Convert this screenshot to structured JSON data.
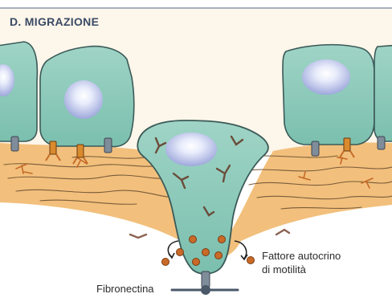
{
  "title": "D. MIGRAZIONE",
  "labels": {
    "factor_line1": "Fattore autocrino",
    "factor_line2": "di motilità",
    "fibronectin": "Fibronectina"
  },
  "colors": {
    "cell_fill": "#88c8b8",
    "cell_stroke": "#3b5a58",
    "nucleus": "#9ea8dc",
    "matrix": "#f2c07c",
    "matrix_fibers": "#7a5a3a",
    "receptor": "#d98a2c",
    "anchor": "#7f8c9a",
    "factor_dot": "#c96a28",
    "background_top": "#fdf6ea"
  },
  "icons": [
    "receptor-icon",
    "anchor-icon",
    "factor-dot-icon",
    "arrow-icon"
  ]
}
